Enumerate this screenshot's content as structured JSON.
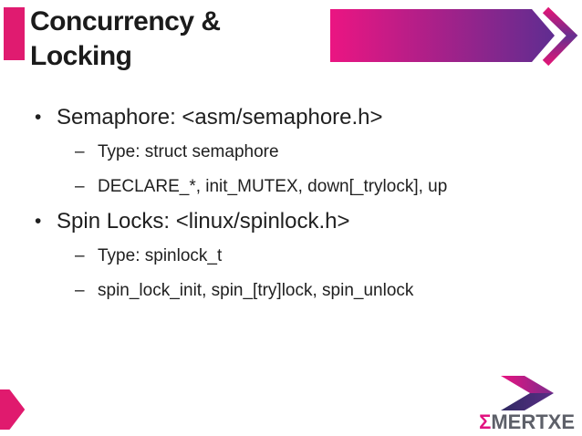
{
  "header": {
    "title_lines": [
      "Concurrency &",
      "Locking"
    ]
  },
  "content": {
    "items": [
      {
        "level": 1,
        "marker": "•",
        "text": "Semaphore: <asm/semaphore.h>"
      },
      {
        "level": 2,
        "marker": "–",
        "text": "Type: struct semaphore"
      },
      {
        "level": 2,
        "marker": "–",
        "text": "DECLARE_*, init_MUTEX, down[_trylock], up"
      },
      {
        "level": 1,
        "marker": "•",
        "text": "Spin Locks: <linux/spinlock.h>"
      },
      {
        "level": 2,
        "marker": "–",
        "text": "Type: spinlock_t"
      },
      {
        "level": 2,
        "marker": "–",
        "text": "spin_lock_init, spin_[try]lock, spin_unlock"
      }
    ]
  },
  "footer": {
    "logo": {
      "sigma": "Σ",
      "name": "MERTXE"
    }
  },
  "colors": {
    "accent_pink": "#e01b70",
    "banner_gradient_start": "#eb1582",
    "banner_gradient_end": "#5f2d91",
    "chevron_pink": "#dd1677",
    "chevron_purple": "#663090",
    "logo_dark_indigo": "#2f2a62",
    "text_dark": "#1f1f1f",
    "logo_gray": "#5d6069"
  }
}
